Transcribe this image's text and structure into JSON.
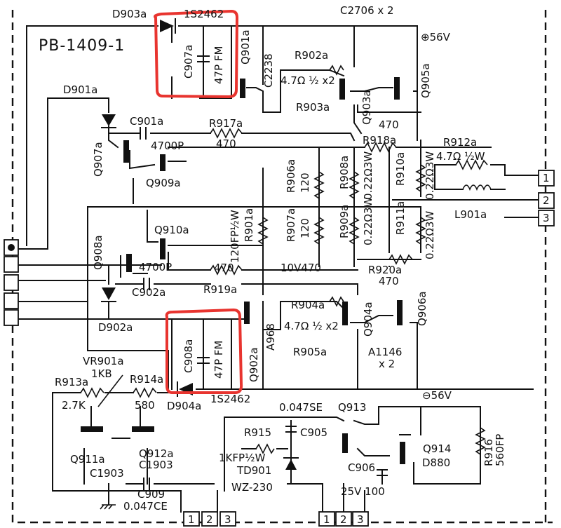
{
  "board_id": "PB-1409-1",
  "highlight_color": "#e8342f",
  "labels": {
    "d903a": "D903a",
    "1s2462_top": "1S2462",
    "c2706": "C2706 x 2",
    "plus56": "⊕56V",
    "c907a": "C907a",
    "c907a_val": "47P FM",
    "q901a": "Q901a",
    "c2238": "C2238",
    "r902a": "R902a",
    "r902a_val": "4.7Ω ½ x2",
    "r903a": "R903a",
    "q903a": "Q903a",
    "q905a": "Q905a",
    "d901a": "D901a",
    "c901a": "C901a",
    "c901a_val": "4700P",
    "r917a": "R917a",
    "r917a_val": "470",
    "v470_top": "470",
    "r918a": "R918a",
    "r912a": "R912a",
    "r912a_val": "4.7Ω ½W",
    "q907a": "Q907a",
    "q909a": "Q909a",
    "r906a": "R906a",
    "r906a_val": "120",
    "r908a": "R908a",
    "r908a_val": "0.22Ω3W",
    "r910a": "R910a",
    "r910a_val": "0.22Ω3W",
    "l901a": "L901a",
    "q910a": "Q910a",
    "r901a": "R901a",
    "r901a_val": "120FP½W",
    "r907a": "R907a",
    "r907a_val": "120",
    "r909a": "R909a",
    "r909a_val": "0.22Ω3W",
    "r911a": "R911a",
    "r911a_val": "0.22Ω3W",
    "q908a": "Q908a",
    "c4700p_mid": "4700P",
    "v470_mid": "470",
    "v10_470": "10V470",
    "r920a": "R920a",
    "r920a_val": "470",
    "c902a": "C902a",
    "r919a": "R919a",
    "d902a": "D902a",
    "r904a": "R904a",
    "r904a_val": "4.7Ω ½ x2",
    "r905a": "R905a",
    "a968": "A968",
    "q902a": "Q902a",
    "q904a": "Q904a",
    "q906a": "Q906a",
    "a1146": "A1146",
    "a1146_x2": "x 2",
    "c908a": "C908a",
    "c908a_val": "47P FM",
    "vr901a": "VR901a",
    "vr901a_val": "1KB",
    "r913a": "R913a",
    "r913a_val": "2.7K",
    "r914a": "R914a",
    "r914a_val": "580",
    "d904a": "D904a",
    "1s2462_bot": "1S2462",
    "minus56": "⊖56V",
    "c047se": "0.047SE",
    "q913": "Q913",
    "r915": "R915",
    "c905": "C905",
    "r915_val": "1KFP½W",
    "td901": "TD901",
    "q914": "Q914",
    "d880": "D880",
    "r916": "R916",
    "r916_val": "560FP",
    "c906": "C906",
    "c906_val": "25V 100",
    "q911a": "Q911a",
    "c1903_left": "C1903",
    "q912a": "Q912a",
    "c1903_right": "C1903",
    "c909": "C909",
    "c909_val": "0.047CE",
    "wz230": "WZ-230"
  },
  "connectors": {
    "right_pins": [
      "1",
      "2",
      "3"
    ],
    "bottom_left_pins": [
      "1",
      "2",
      "3"
    ],
    "bottom_mid_pins": [
      "1",
      "2",
      "3"
    ]
  }
}
